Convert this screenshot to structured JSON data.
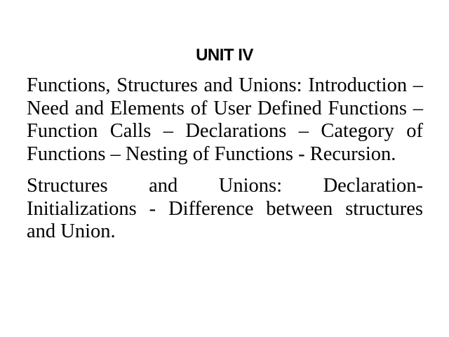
{
  "slide": {
    "title": "UNIT IV",
    "background_color": "#ffffff",
    "text_color": "#000000",
    "paragraphs": [
      {
        "lines": [
          "Functions, Structures and Unions: Introduction –",
          "Need and Elements of User Defined Functions –",
          "Function Calls – Declarations – Category of",
          "Functions – Nesting of Functions - Recursion."
        ]
      },
      {
        "lines": [
          "Structures and Unions: Declaration-",
          "Initializations - Difference between structures",
          "and Union."
        ]
      }
    ]
  }
}
